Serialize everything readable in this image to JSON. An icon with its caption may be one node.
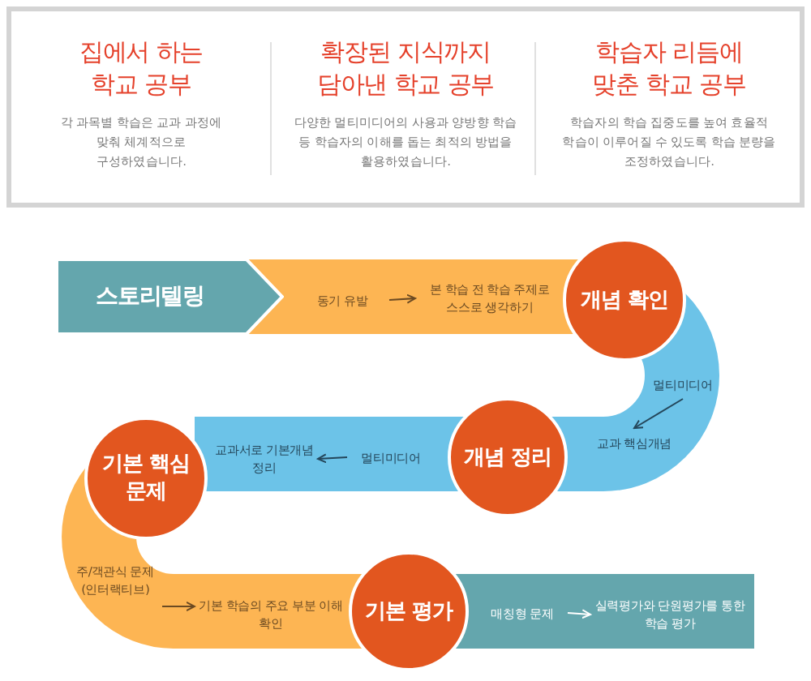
{
  "diagram": {
    "nodes": [
      {
        "text": [
          "집에서 하는 학교 공부",
          "각 과목별 학습은 교과 과정에 맞춰 체계적으로 구성하였습니다."
        ]
      },
      {
        "text": [
          "확장된 지식까지 담아낸 학교 공부",
          "다양한 멀티미디어의 사용과 양방향 학습 등 학습자의 이해를 돕는 최적의 방법을 활용하였습니다."
        ]
      },
      {
        "text": [
          "학습자 리듬에 맞춘 학교 공부",
          "학습자의 학습 집중도를 높여 효율적 학습이 이루어질 수 있도록 학습 분량을 조정하였습니다."
        ]
      },
      {
        "text": [
          "스토리텔링"
        ]
      },
      {
        "text": [
          "동기 유발"
        ]
      },
      {
        "text": [
          "본 학습 전 학습 주제로 스스로 생각하기"
        ]
      },
      {
        "text": [
          "개념 확인"
        ]
      },
      {
        "text": [
          "멀티미디어"
        ]
      },
      {
        "text": [
          "교과 핵심개념"
        ]
      },
      {
        "text": [
          "개념 정리"
        ]
      },
      {
        "text": [
          "멀티미디어"
        ]
      },
      {
        "text": [
          "교과서로 기본개념 정리"
        ]
      },
      {
        "text": [
          "기본 핵심 문제"
        ]
      },
      {
        "text": [
          "주/객관식 문제 (인터랙티브)"
        ]
      },
      {
        "text": [
          "기본 학습의 주요 부분 이해 확인"
        ]
      },
      {
        "text": [
          "기본 평가"
        ]
      },
      {
        "text": [
          "매칭형 문제"
        ]
      },
      {
        "text": [
          "실력평가와 단원평가를 통한 학습 평가"
        ]
      }
    ],
    "edges": [
      {
        "from": 4,
        "to": 5,
        "arrow": "to"
      },
      {
        "from": 7,
        "to": 8,
        "arrow": "to"
      },
      {
        "from": 10,
        "to": 11,
        "arrow": "to"
      },
      {
        "from": 13,
        "to": 14,
        "arrow": "to"
      },
      {
        "from": 16,
        "to": 17,
        "arrow": "to",
        "color": "#ffffff"
      }
    ]
  }
}
